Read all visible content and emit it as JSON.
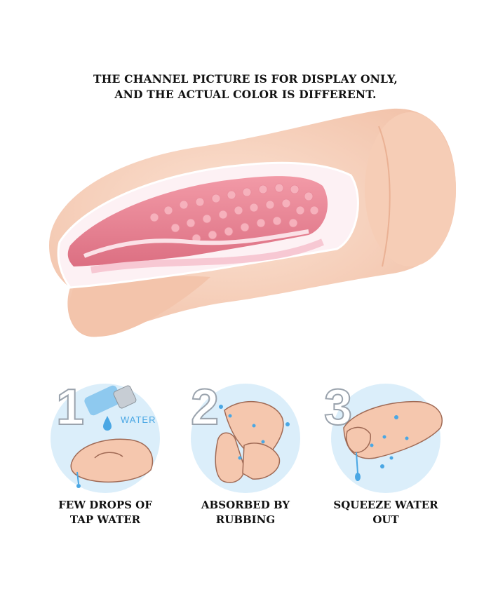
{
  "disclaimer": {
    "line1": "THE CHANNEL PICTURE IS FOR DISPLAY ONLY,",
    "line2": "AND THE ACTUAL COLOR IS DIFFERENT."
  },
  "colors": {
    "skin": "#f7d2bd",
    "skin_shadow": "#eeb79c",
    "channel": "#ec8f9c",
    "channel_dark": "#d96b7d",
    "sleeve": "#fdeef2",
    "circle_bg": "#dbeefa",
    "water": "#4aa7e4"
  },
  "steps": [
    {
      "number": "1",
      "tag": "WATER",
      "line1": "FEW DROPS OF",
      "line2": "TAP WATER",
      "icon": "water-bottle-icon"
    },
    {
      "number": "2",
      "line1": "ABSORBED BY",
      "line2": "RUBBING",
      "icon": "hand-rubbing-icon"
    },
    {
      "number": "3",
      "line1": "SQUEEZE WATER",
      "line2": "OUT",
      "icon": "squeeze-icon"
    }
  ]
}
